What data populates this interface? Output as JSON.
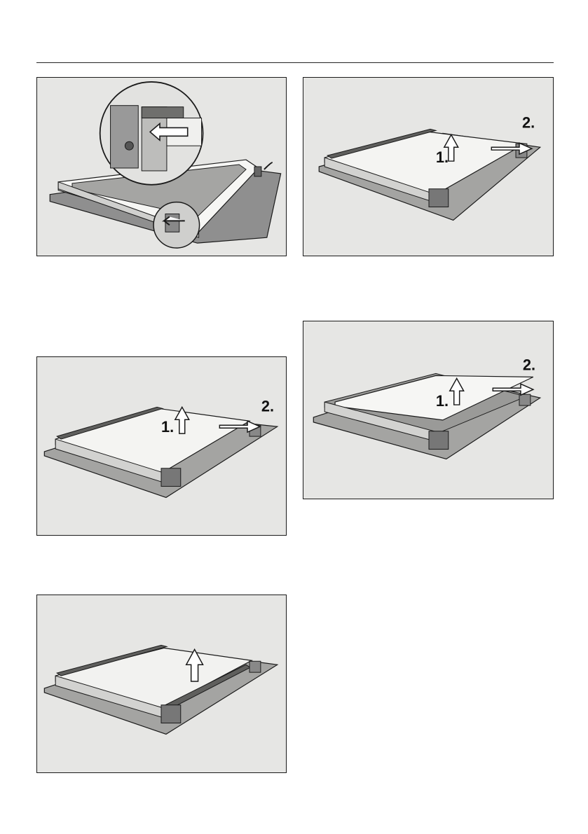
{
  "figures": [
    {
      "id": "fig-1",
      "labels": []
    },
    {
      "id": "fig-2",
      "labels": [
        "1.",
        "2."
      ]
    },
    {
      "id": "fig-3",
      "labels": [
        "1.",
        "2."
      ]
    },
    {
      "id": "fig-4",
      "labels": [
        "1.",
        "2."
      ]
    },
    {
      "id": "fig-5",
      "labels": []
    }
  ],
  "colors": {
    "panel": "#e6e6e4",
    "line": "#1a1a1a",
    "glass": "#f4f4f2",
    "seal": "#9a9a9a"
  }
}
